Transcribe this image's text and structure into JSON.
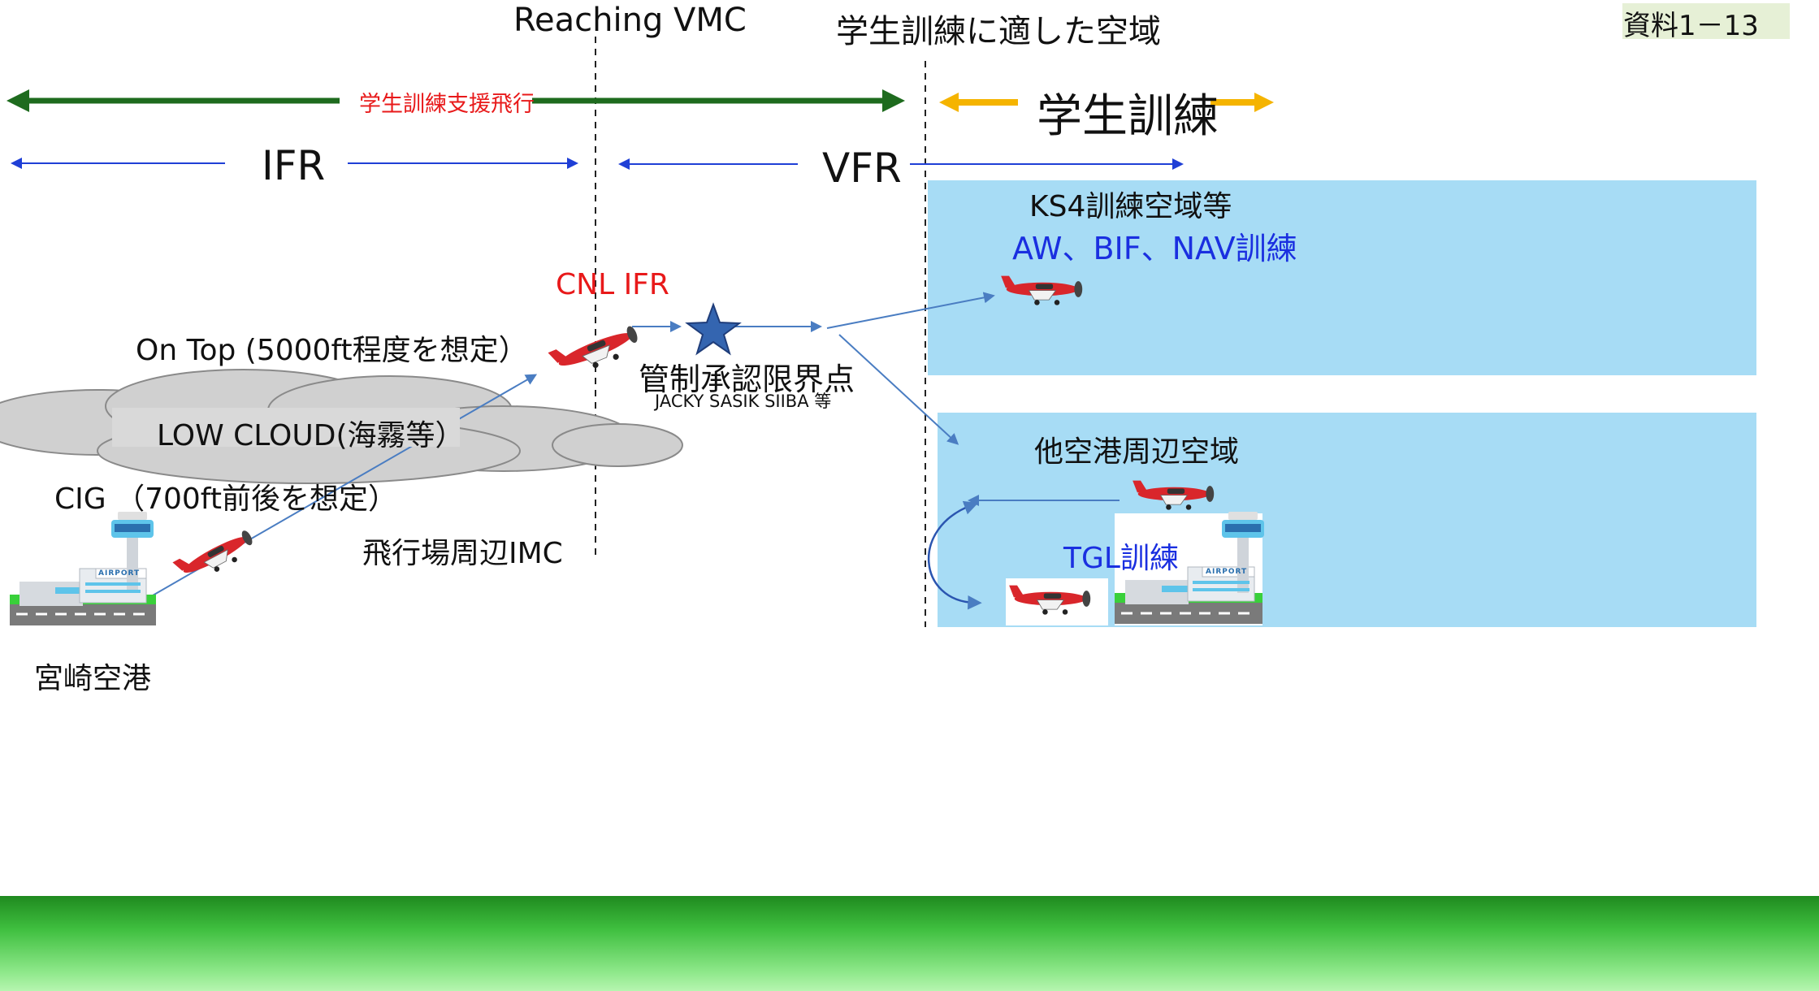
{
  "document_tag": "資料1－13",
  "header": {
    "reaching_vmc": "Reaching VMC",
    "training_airspace_title": "学生訓練に適した空域"
  },
  "arrows": {
    "support_flight": "学生訓練支援飛行",
    "student_training": "学生訓練",
    "ifr": "IFR",
    "vfr": "VFR"
  },
  "training_area": {
    "title": "KS4訓練空域等",
    "subtitle": "AW、BIF、NAV訓練"
  },
  "other_airport": {
    "title": "他空港周辺空域",
    "training": "TGL訓練",
    "sign": "AIRPORT"
  },
  "flight_labels": {
    "cnl_ifr": "CNL IFR",
    "clearance_limit": "管制承認限界点",
    "fixes": "JACKY SASIK SIIBA 等",
    "on_top": "On Top (5000ft程度を想定）",
    "low_cloud": "LOW CLOUD(海霧等）",
    "cig": "CIG （700ft前後を想定）",
    "imc": "飛行場周辺IMC"
  },
  "home_airport": {
    "sign": "AIRPORT",
    "name": "宮崎空港"
  },
  "colors": {
    "support_arrow": "#1e6b1e",
    "training_arrow": "#f5b400",
    "flight_rule_arrow": "#1f3fd6",
    "red_text": "#e8191a",
    "blue_text": "#1a2fe0",
    "zone_fill": "#a7dcf5",
    "track_line": "#4a7dc2",
    "star": "#3465b0"
  },
  "icons": [
    "airplane-icon",
    "star-icon",
    "control-tower-icon",
    "cloud-icon"
  ]
}
